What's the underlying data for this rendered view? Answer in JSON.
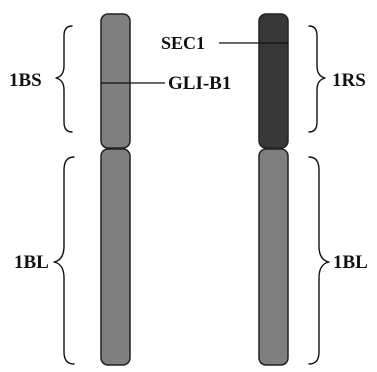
{
  "chromosome_1B": {
    "short_arm_label": "1BS",
    "long_arm_label": "1BL",
    "short_arm_color": "#7f7f7f",
    "long_arm_color": "#7f7f7f",
    "marker": "GLI-B1"
  },
  "chromosome_1R": {
    "short_arm_label": "1RS",
    "long_arm_label": "1BL",
    "short_arm_color": "#383838",
    "long_arm_color": "#7f7f7f",
    "marker": "SEC1"
  }
}
